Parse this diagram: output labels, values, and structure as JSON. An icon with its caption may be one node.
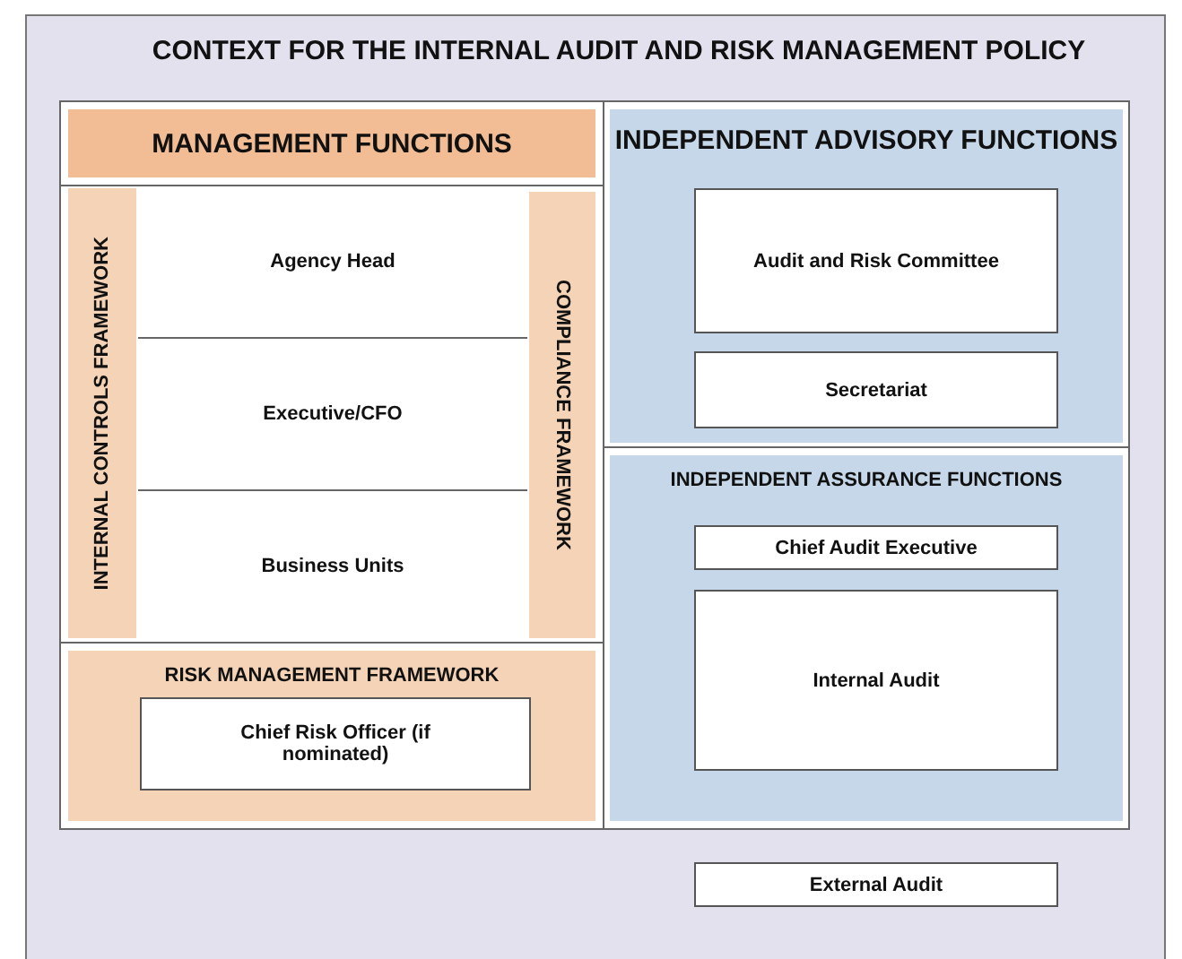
{
  "diagram": {
    "title": "CONTEXT FOR THE INTERNAL AUDIT AND RISK MANAGEMENT POLICY",
    "nodes": [
      {
        "text": [
          "MANAGEMENT FUNCTIONS"
        ]
      },
      {
        "text": [
          "INTERNAL CONTROLS FRAMEWORK"
        ]
      },
      {
        "text": [
          "Agency Head"
        ]
      },
      {
        "text": [
          "Executive/CFO"
        ]
      },
      {
        "text": [
          "Business Units"
        ]
      },
      {
        "text": [
          "COMPLIANCE FRAMEWORK"
        ]
      },
      {
        "text": [
          "RISK MANAGEMENT FRAMEWORK"
        ]
      },
      {
        "text": [
          "Chief Risk Officer (if nominated)"
        ],
        "in": 6
      },
      {
        "text": [
          "INDEPENDENT ADVISORY FUNCTIONS"
        ]
      },
      {
        "text": [
          "Audit and Risk Committee"
        ],
        "in": 8
      },
      {
        "text": [
          "Secretariat"
        ],
        "in": 8
      },
      {
        "text": [
          "INDEPENDENT ASSURANCE FUNCTIONS"
        ]
      },
      {
        "text": [
          "Chief Audit Executive"
        ],
        "in": 11
      },
      {
        "text": [
          "Internal Audit"
        ],
        "in": 11
      },
      {
        "text": [
          "External Audit"
        ]
      }
    ],
    "edges": []
  }
}
